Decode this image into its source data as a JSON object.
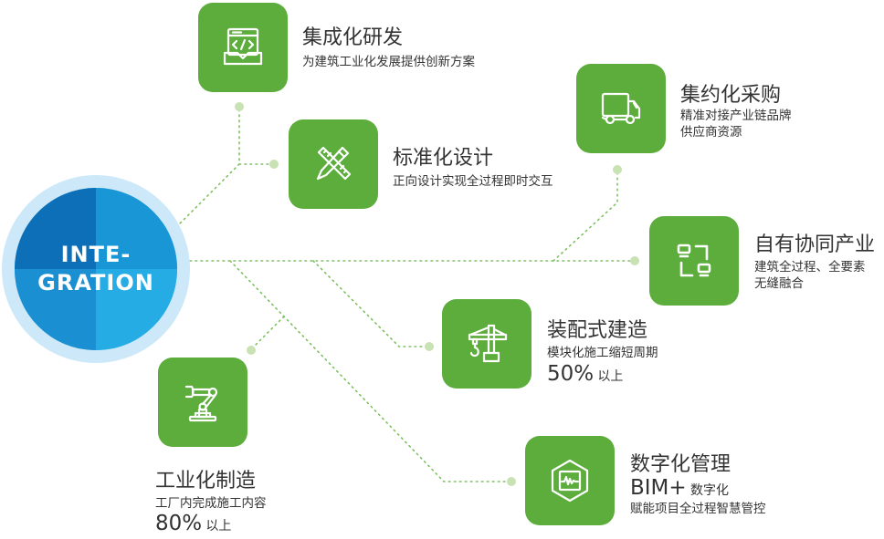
{
  "hub": {
    "line1": "INTE-",
    "line2": "GRATION"
  },
  "colors": {
    "tile": "#5cad3c",
    "dot": "#c8e2b4",
    "line": "#7cc060",
    "hub_dark": "#0c6fb7",
    "hub_light": "#25ace4",
    "hub_ring": "#cde8f8"
  },
  "nodes": [
    {
      "id": "rd",
      "icon": "code-window-icon",
      "title": "集成化研发",
      "lines": [
        "为建筑工业化发展提供创新方案"
      ]
    },
    {
      "id": "design",
      "icon": "ruler-pencil-icon",
      "title": "标准化设计",
      "lines": [
        "正向设计实现全过程即时交互"
      ]
    },
    {
      "id": "procure",
      "icon": "truck-icon",
      "title": "集约化采购",
      "lines": [
        "精准对接产业链品牌",
        "供应商资源"
      ]
    },
    {
      "id": "industry",
      "icon": "network-icon",
      "title": "自有协同产业",
      "lines": [
        "建筑全过程、全要素",
        "无缝融合"
      ]
    },
    {
      "id": "prefab",
      "icon": "crane-icon",
      "title": "装配式建造",
      "lines": [
        "模块化施工缩短周期"
      ],
      "stat": "50%",
      "stat_suffix": "以上"
    },
    {
      "id": "manufacture",
      "icon": "robot-arm-icon",
      "title": "工业化制造",
      "lines": [
        "工厂内完成施工内容"
      ],
      "stat": "80%",
      "stat_suffix": "以上"
    },
    {
      "id": "digital",
      "icon": "hexagon-monitor-icon",
      "title": "数字化管理",
      "bim": "BIM+",
      "bim_suffix": "数字化",
      "lines": [
        "赋能项目全过程智慧管控"
      ]
    }
  ]
}
